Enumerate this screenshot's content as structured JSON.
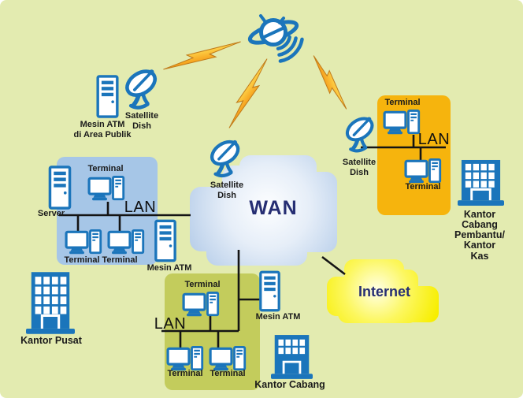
{
  "theme": {
    "bg": "#e3ebb0",
    "blue": "#1b75bb",
    "box_blue": "#a6c6e7",
    "box_orange": "#f6b40d",
    "box_green": "#c3cc5c",
    "wan_edge": "#b3cbe8",
    "wan_center": "#fdfeff",
    "internet_edge": "#f7ee00",
    "internet_center": "#ffffe6",
    "bolt_yellow": "#ffd84d",
    "bolt_orange": "#f59b17",
    "bolt_edge": "#c07b1a",
    "navy": "#262e73",
    "ink": "#1b1b1b",
    "line": "#141414"
  },
  "labels": {
    "terminal": "Terminal",
    "server": "Server",
    "lan": "LAN",
    "wan": "WAN",
    "internet": "Internet",
    "satellite_dish": "Satellite\nDish",
    "mesin_atm": "Mesin ATM",
    "mesin_atm_publik": "Mesin ATM\ndi Area Publik",
    "kantor_pusat": "Kantor Pusat",
    "kantor_cabang": "Kantor Cabang",
    "kantor_cabang_pembantu": "Kantor Cabang\nPembantu/\nKantor Kas"
  }
}
